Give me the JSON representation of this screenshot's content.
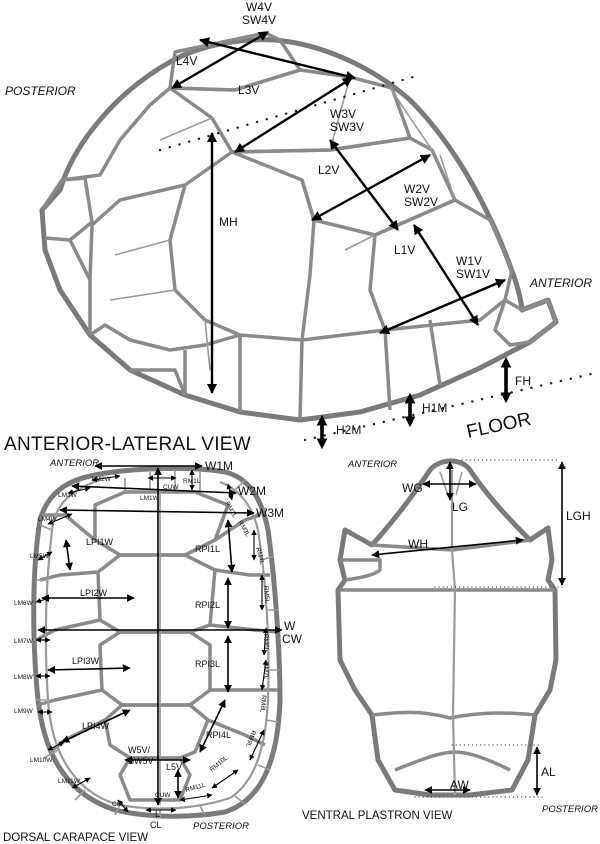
{
  "lateral": {
    "view_title": "ANTERIOR-LATERAL VIEW",
    "posterior": "POSTERIOR",
    "anterior": "ANTERIOR",
    "floor": "FLOOR",
    "labels": {
      "W4V": "W4V",
      "SW4V": "SW4V",
      "L4V": "L4V",
      "L3V": "L3V",
      "W3V": "W3V",
      "SW3V": "SW3V",
      "L2V": "L2V",
      "W2V": "W2V",
      "SW2V": "SW2V",
      "L1V": "L1V",
      "W1V": "W1V",
      "SW1V": "SW1V",
      "MH": "MH",
      "FH": "FH",
      "H1M": "H1M",
      "H2M": "H2M"
    }
  },
  "dorsal": {
    "view_title": "DORSAL CARAPACE VIEW",
    "anterior": "ANTERIOR",
    "posterior": "POSTERIOR",
    "labels": {
      "W1M": "W1M",
      "W2M": "W2M",
      "W3M": "W3M",
      "W": "W",
      "CW": "CW",
      "LPI1W": "LPI1W",
      "LPI2W": "LPI2W",
      "LPI3W": "LPI3W",
      "LPI4W": "LPI4W",
      "RPI1L": "RPI1L",
      "RPI2L": "RPI2L",
      "RPI3L": "RPI3L",
      "RPI4L": "RPI4L",
      "W5V": "W5V/",
      "SW5V": "SW5V",
      "L5V": "L5V",
      "L": "L",
      "CL": "CL",
      "LM2W": "LM2W",
      "LM3W": "LM3W",
      "LM4W": "LM4W",
      "LM5W": "LM5W",
      "LM6W": "LM6W",
      "LM7W": "LM7W",
      "LM8W": "LM8W",
      "LM9W": "LM9W",
      "LM10W": "LM10W",
      "LM11W": "LM11W",
      "LM1W": "LM1W",
      "CUW": "CUW",
      "CUW2": "CUW",
      "CUL": "CUL",
      "RM1L": "RM1L",
      "RM2L": "RM2L",
      "RM3L": "RM3L",
      "RM4L": "RM4L",
      "RM5L": "RM5L",
      "RM6L": "RM6L",
      "RM7L": "RM7L",
      "RM8L": "RM8L",
      "RM9L": "RM9L",
      "RM10L": "RM10L",
      "RM11L": "RM11L"
    }
  },
  "ventral": {
    "view_title": "VENTRAL PLASTRON VIEW",
    "anterior": "ANTERIOR",
    "posterior": "POSTERIOR",
    "labels": {
      "WG": "WG",
      "LG": "LG",
      "LGH": "LGH",
      "WH": "WH",
      "AL": "AL",
      "AW": "AW"
    }
  }
}
